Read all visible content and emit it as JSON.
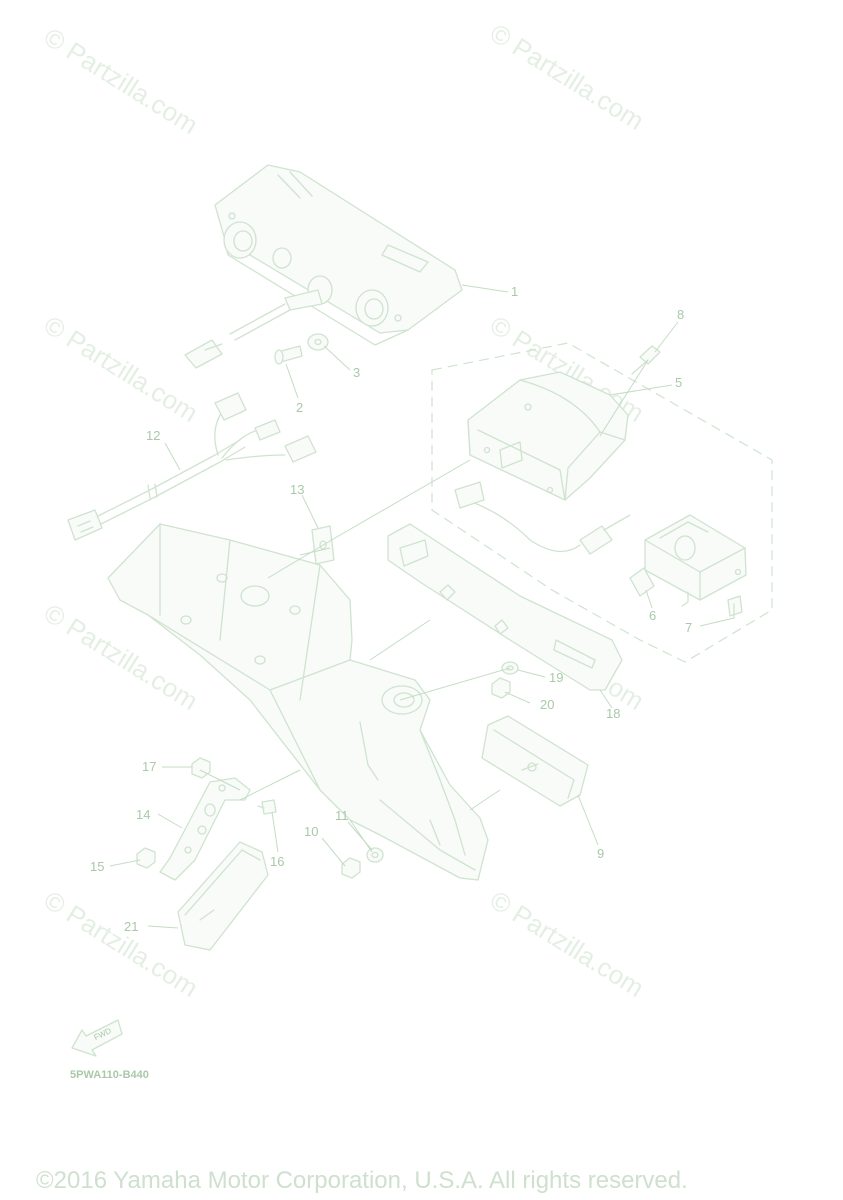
{
  "watermark": "© Partzilla.com",
  "callouts": {
    "c1": "1",
    "c2": "2",
    "c3": "3",
    "c5": "5",
    "c6": "6",
    "c7": "7",
    "c8": "8",
    "c9": "9",
    "c10": "10",
    "c11": "11",
    "c12": "12",
    "c13": "13",
    "c14": "14",
    "c15": "15",
    "c16": "16",
    "c17": "17",
    "c18": "18",
    "c19": "19",
    "c20": "20",
    "c21": "21"
  },
  "fwd_label": "FWD",
  "diagram_code": "5PWA110-B440",
  "copyright": "©2016 Yamaha Motor Corporation, U.S.A. All rights reserved."
}
